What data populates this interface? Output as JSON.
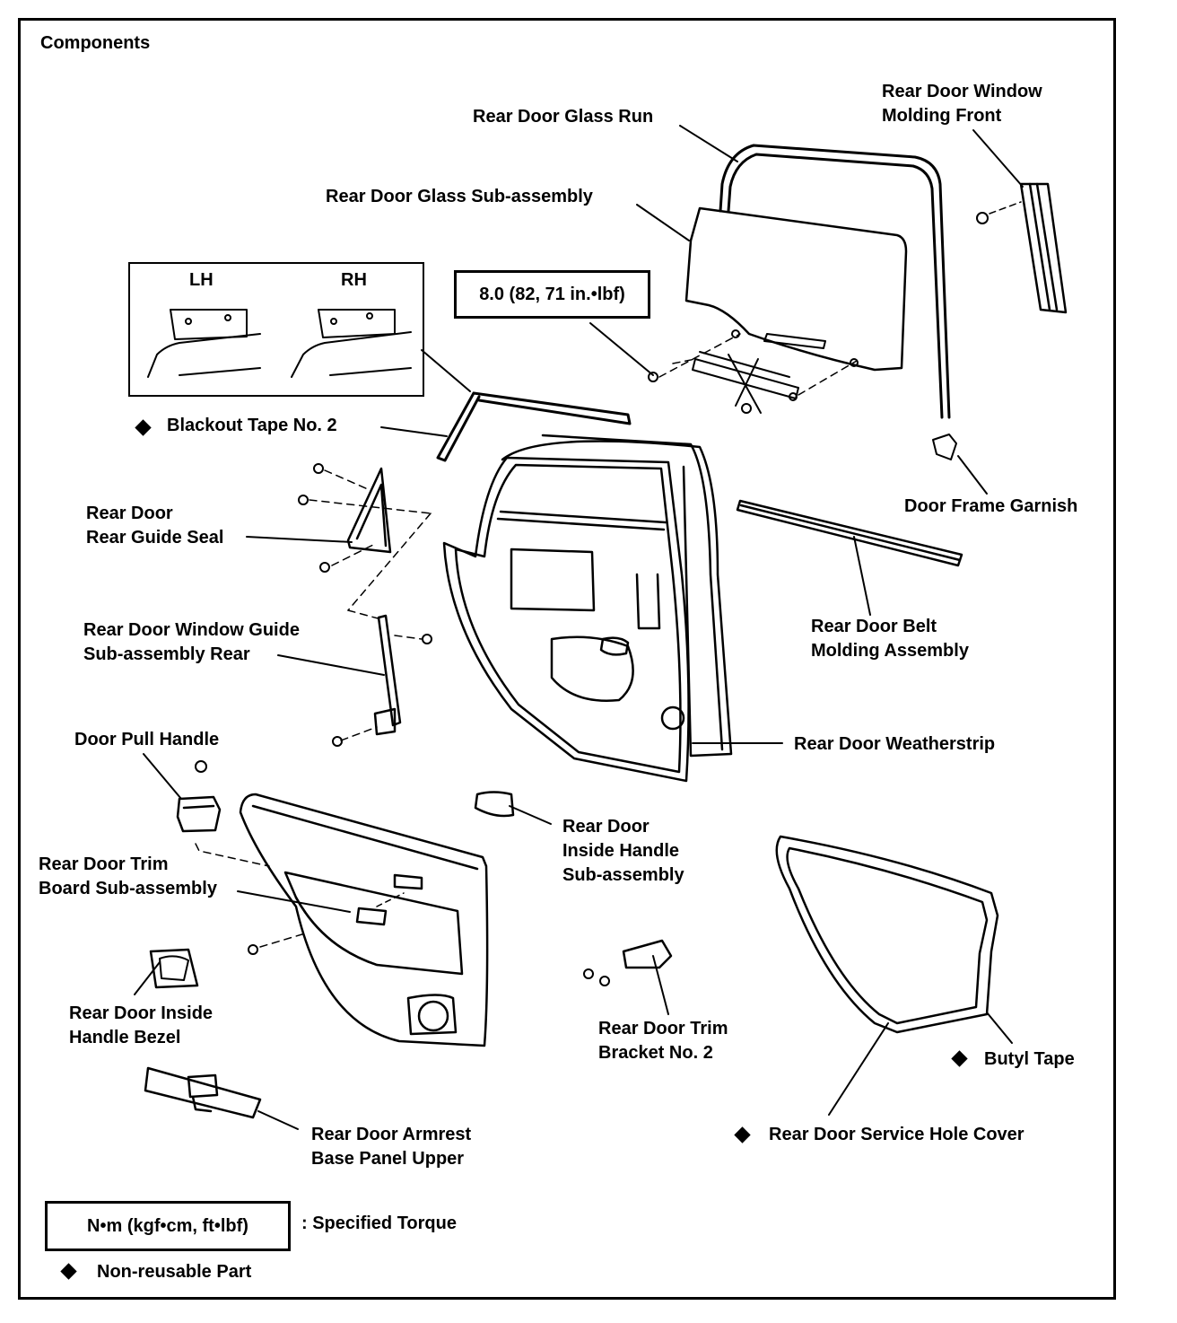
{
  "title": "Components",
  "inset": {
    "lh": "LH",
    "rh": "RH"
  },
  "torque": {
    "value": "8.0 (82, 71 in.•lbf)"
  },
  "labels": {
    "window_molding_front": [
      "Rear Door Window",
      "Molding Front"
    ],
    "glass_run": "Rear Door Glass Run",
    "glass_subassembly": "Rear Door Glass Sub-assembly",
    "blackout_tape": "Blackout Tape No. 2",
    "rear_guide_seal": [
      "Rear Door",
      "Rear Guide Seal"
    ],
    "door_frame_garnish": "Door Frame Garnish",
    "belt_molding": [
      "Rear Door Belt",
      "Molding Assembly"
    ],
    "window_guide_rear": [
      "Rear Door Window Guide",
      "Sub-assembly Rear"
    ],
    "weatherstrip": "Rear Door Weatherstrip",
    "door_pull_handle": "Door Pull Handle",
    "inside_handle": [
      "Rear Door",
      "Inside Handle",
      "Sub-assembly"
    ],
    "trim_board": [
      "Rear Door Trim",
      "Board Sub-assembly"
    ],
    "inside_handle_bezel": [
      "Rear Door Inside",
      "Handle Bezel"
    ],
    "trim_bracket": [
      "Rear Door Trim",
      "Bracket No. 2"
    ],
    "butyl_tape": "Butyl Tape",
    "armrest_panel": [
      "Rear Door Armrest",
      "Base Panel Upper"
    ],
    "service_hole_cover": "Rear Door Service Hole Cover"
  },
  "legend": {
    "torque_box": "N•m (kgf•cm, ft•lbf)",
    "torque_text": ": Specified Torque",
    "nonreusable_text": "Non-reusable Part"
  }
}
